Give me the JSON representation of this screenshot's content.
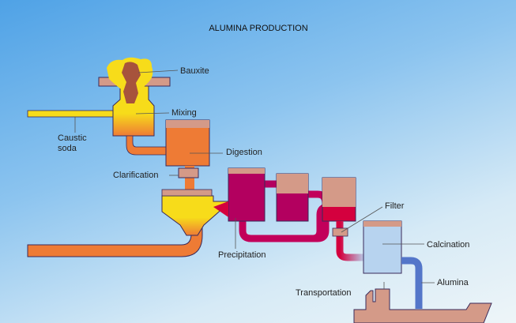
{
  "title": "ALUMINA PRODUCTION",
  "labels": {
    "bauxite": "Bauxite",
    "mixing": "Mixing",
    "caustic_soda_1": "Caustic",
    "caustic_soda_2": "soda",
    "digestion": "Digestion",
    "clarification": "Clarification",
    "precipitation": "Precipitation",
    "filter": "Filter",
    "calcination": "Calcination",
    "alumina": "Alumina",
    "transportation": "Transportation"
  },
  "colors": {
    "yellow": "#f7dc1a",
    "orange": "#ee7b35",
    "tan": "#d49a88",
    "brown": "#a7533c",
    "magenta": "#b3005f",
    "red": "#d4003e",
    "lightblue": "#b7d3ef",
    "blue": "#5476c9",
    "outline": "#3a2a5a"
  }
}
